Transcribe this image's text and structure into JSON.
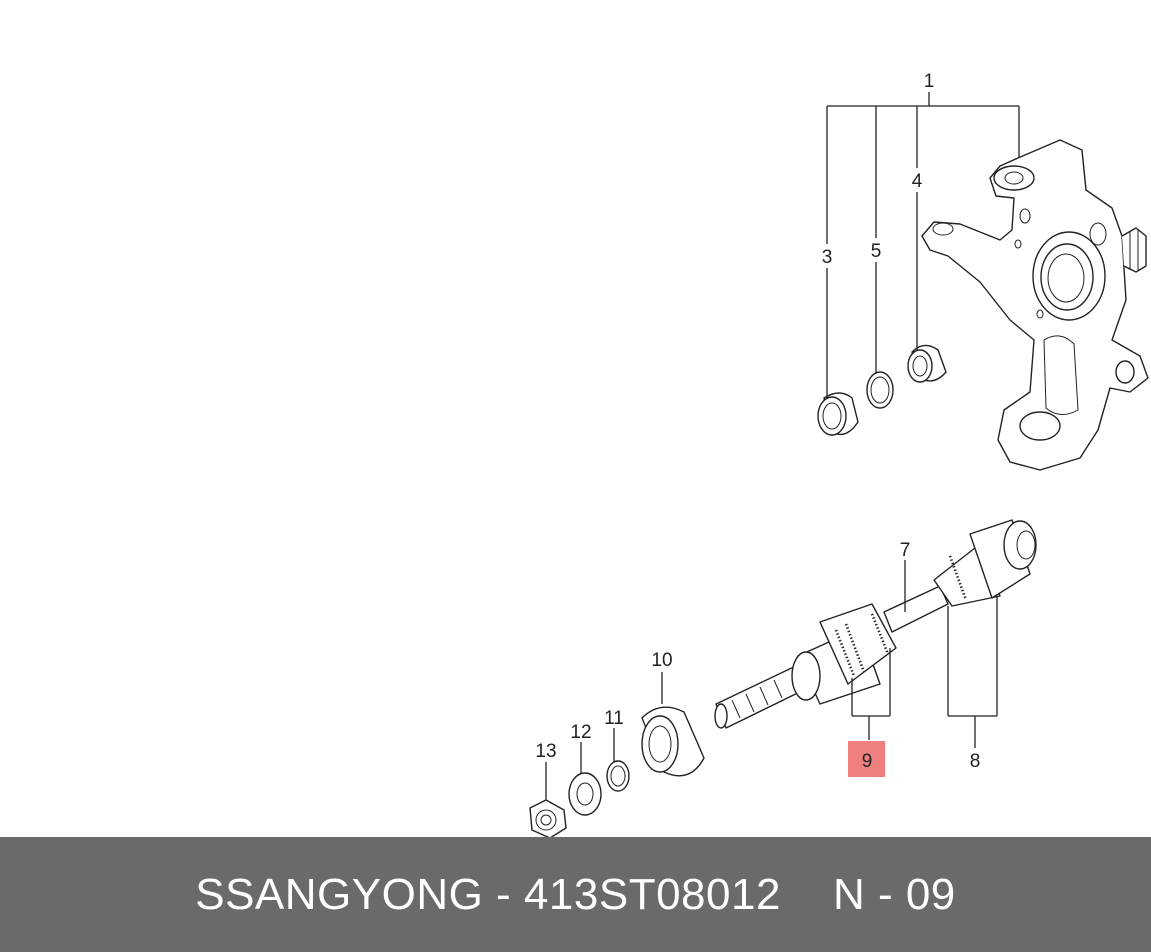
{
  "callouts": {
    "c1": "1",
    "c3": "3",
    "c4": "4",
    "c5": "5",
    "c7": "7",
    "c8": "8",
    "c9": "9",
    "c10": "10",
    "c11": "11",
    "c12": "12",
    "c13": "13"
  },
  "highlight_color": "#f08080",
  "footer": {
    "part_text": "SSANGYONG - 413ST08012",
    "page_ref": "N - 09"
  }
}
